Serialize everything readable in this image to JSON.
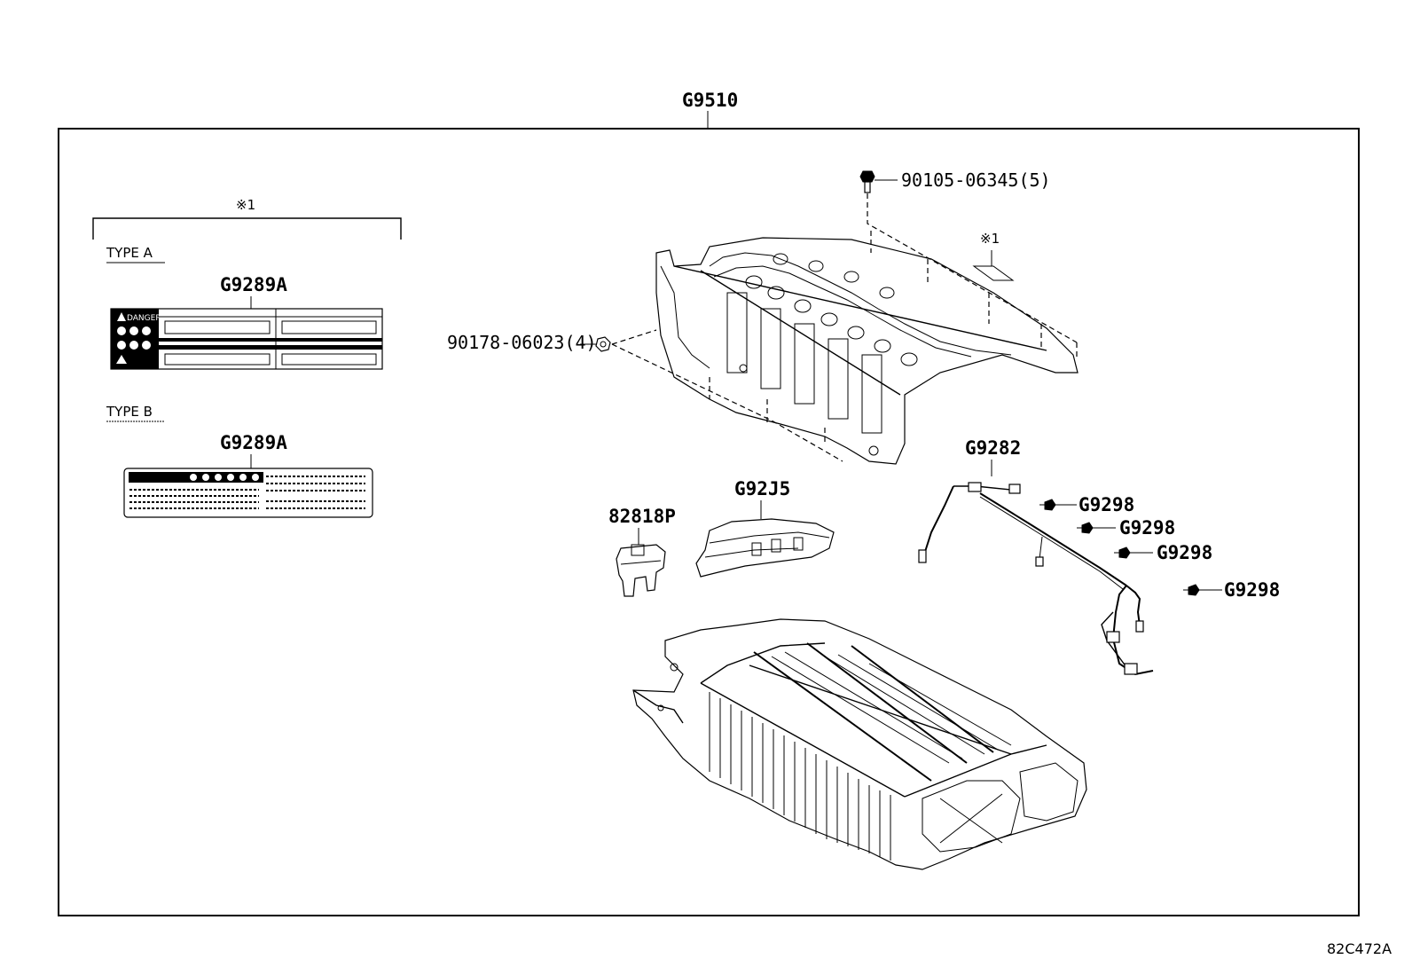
{
  "diagram": {
    "assembly_label": "G9510",
    "note_marker": "※1",
    "label_type_a": "TYPE A",
    "label_type_b": "TYPE B",
    "label_a_part": "G9289A",
    "label_b_part": "G9289A",
    "label_a_danger_text": "DANGER",
    "bolt_label": "90105-06345(5)",
    "nut_label": "90178-06023(4)",
    "cover_note_marker": "※1",
    "harness_label": "G9282",
    "bracket_label": "G92J5",
    "clip_label": "82818P",
    "grommet_labels": [
      "G9298",
      "G9298",
      "G9298",
      "G9298"
    ],
    "figure_id": "82C472A"
  }
}
